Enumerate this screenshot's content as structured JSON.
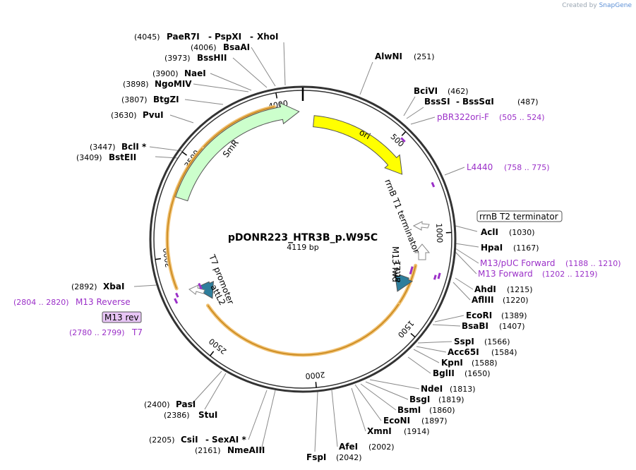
{
  "credit": {
    "prefix": "Created by",
    "brand": "SnapGene"
  },
  "plasmid": {
    "name": "pDONR223_HTR3B_p.W95C",
    "length_label": "4119 bp",
    "length": 4119
  },
  "colors": {
    "backbone": "#333333",
    "enzyme": "#000000",
    "primer": "#9b30c8",
    "ori": "#ffff00",
    "smr": "#ccffcc",
    "attl": "#2e7e9c",
    "orange_track": "#f0a830"
  },
  "ticks": [
    {
      "bp": 500,
      "label": "500"
    },
    {
      "bp": 1000,
      "label": "1000"
    },
    {
      "bp": 1500,
      "label": "1500"
    },
    {
      "bp": 2000,
      "label": "2000"
    },
    {
      "bp": 2500,
      "label": "2500"
    },
    {
      "bp": 3000,
      "label": "3000"
    },
    {
      "bp": 3500,
      "label": "3500"
    },
    {
      "bp": 4000,
      "label": "4000"
    }
  ],
  "features": [
    {
      "name": "ori",
      "type": "arrow",
      "start": 60,
      "end": 650,
      "ring": 0,
      "direction": "cw",
      "color": "#ffff00"
    },
    {
      "name": "SmR",
      "type": "arrow",
      "start": 3300,
      "end": 4100,
      "ring": 1,
      "direction": "cw",
      "color": "#ccffcc"
    },
    {
      "name": "attL1",
      "type": "arrow",
      "start": 1260,
      "end": 1360,
      "ring": 1,
      "direction": "cw",
      "color": "#2e7e9c"
    },
    {
      "name": "attL2",
      "type": "arrow",
      "start": 2710,
      "end": 2810,
      "ring": 1,
      "direction": "ccw",
      "color": "#2e7e9c"
    }
  ],
  "feature_labels": [
    {
      "text": "rrnB T1 terminator"
    },
    {
      "text": "M13 fwd"
    },
    {
      "text": "T7 promoter"
    }
  ],
  "boxed_labels": [
    {
      "text": "rrnB T2 terminator"
    },
    {
      "text": "M13 rev"
    }
  ],
  "enzymes": [
    {
      "name": "AlwNI",
      "pos": "(251)"
    },
    {
      "name": "BciVI",
      "pos": "(462)"
    },
    {
      "name": "BssSI",
      "pos": "(487)"
    },
    {
      "name": "BssSαI",
      "pos": ""
    },
    {
      "name": "AclI",
      "pos": "(1030)"
    },
    {
      "name": "HpaI",
      "pos": "(1167)"
    },
    {
      "name": "AhdI",
      "pos": "(1215)"
    },
    {
      "name": "AflIII",
      "pos": "(1220)"
    },
    {
      "name": "EcoRI",
      "pos": "(1389)"
    },
    {
      "name": "BsaBI",
      "pos": "(1407)"
    },
    {
      "name": "SspI",
      "pos": "(1566)"
    },
    {
      "name": "Acc65I",
      "pos": "(1584)"
    },
    {
      "name": "KpnI",
      "pos": "(1588)"
    },
    {
      "name": "BglII",
      "pos": "(1650)"
    },
    {
      "name": "NdeI",
      "pos": "(1813)"
    },
    {
      "name": "BsgI",
      "pos": "(1819)"
    },
    {
      "name": "BsmI",
      "pos": "(1860)"
    },
    {
      "name": "EcoNI",
      "pos": "(1897)"
    },
    {
      "name": "XmnI",
      "pos": "(1914)"
    },
    {
      "name": "AfeI",
      "pos": "(2002)"
    },
    {
      "name": "FspI",
      "pos": "(2042)"
    },
    {
      "name": "NmeAIII",
      "pos": "(2161)"
    },
    {
      "name": "CsiI",
      "pos": "(2205)"
    },
    {
      "name": "SexAI *",
      "pos": ""
    },
    {
      "name": "StuI",
      "pos": "(2386)"
    },
    {
      "name": "PasI",
      "pos": "(2400)"
    },
    {
      "name": "XbaI",
      "pos": "(2892)"
    },
    {
      "name": "BstEII",
      "pos": "(3409)"
    },
    {
      "name": "BclI *",
      "pos": "(3447)"
    },
    {
      "name": "PvuI",
      "pos": "(3630)"
    },
    {
      "name": "BtgZI",
      "pos": "(3807)"
    },
    {
      "name": "NgoMIV",
      "pos": "(3898)"
    },
    {
      "name": "NaeI",
      "pos": "(3900)"
    },
    {
      "name": "BssHII",
      "pos": "(3973)"
    },
    {
      "name": "BsaAI",
      "pos": "(4006)"
    },
    {
      "name": "PaeR7I",
      "pos": "(4045)"
    },
    {
      "name": "PspXI",
      "pos": ""
    },
    {
      "name": "XhoI",
      "pos": ""
    }
  ],
  "primers": [
    {
      "name": "pBR322ori-F",
      "range": "(505 .. 524)"
    },
    {
      "name": "L4440",
      "range": "(758 .. 775)"
    },
    {
      "name": "M13/pUC Forward",
      "range": "(1188 .. 1210)"
    },
    {
      "name": "M13 Forward",
      "range": "(1202 .. 1219)"
    },
    {
      "name": "M13 Reverse",
      "range": "(2804 .. 2820)"
    },
    {
      "name": "T7",
      "range": "(2780 .. 2799)"
    }
  ]
}
